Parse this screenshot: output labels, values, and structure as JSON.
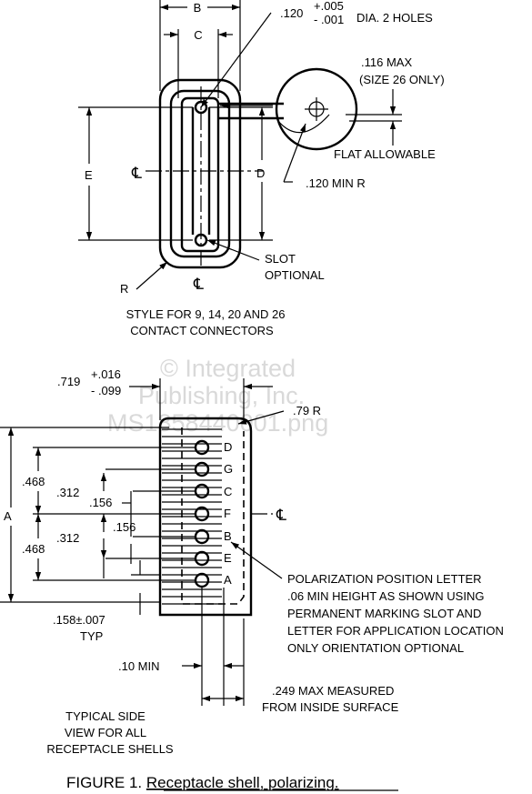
{
  "top_view": {
    "dim_b": "B",
    "dim_c": "C",
    "dim_d": "D",
    "dim_e": "E",
    "dim_r": "R",
    "centerline_h": "℄",
    "centerline_v": "℄",
    "hole_dia": ".120",
    "hole_tol_plus": "+.005",
    "hole_tol_minus": "- .001",
    "hole_desc": "DIA. 2 HOLES",
    "flat_max": ".116 MAX",
    "flat_size_note": "(SIZE 26 ONLY)",
    "flat_allowable": "FLAT ALLOWABLE",
    "min_radius": ".120 MIN R",
    "slot_line1": "SLOT",
    "slot_line2": "OPTIONAL",
    "style_line1": "STYLE FOR 9, 14, 20 AND 26",
    "style_line2": "CONTACT CONNECTORS"
  },
  "side_view": {
    "width_value": ".719",
    "width_tol_plus": "+.016",
    "width_tol_minus": "- .099",
    "corner_radius": ".79 R",
    "dim_a": "A",
    "dim_468_upper": ".468",
    "dim_312_upper": ".312",
    "dim_156_upper": ".156",
    "dim_156_lower": ".156",
    "dim_312_lower": ".312",
    "dim_468_lower": ".468",
    "centerline": "℄",
    "letters": [
      "D",
      "G",
      "C",
      "F",
      "B",
      "E",
      "A"
    ],
    "pitch_value": ".158±.007",
    "pitch_typ": "TYP",
    "min_10": ".10 MIN",
    "note_line1": "POLARIZATION POSITION LETTER",
    "note_line2": ".06 MIN HEIGHT AS SHOWN USING",
    "note_line3": "PERMANENT MARKING SLOT AND",
    "note_line4": "LETTER FOR APPLICATION LOCATION",
    "note_line5": "ONLY ORIENTATION OPTIONAL",
    "measured_line1": ".249 MAX MEASURED",
    "measured_line2": "FROM INSIDE SURFACE",
    "typical_line1": "TYPICAL SIDE",
    "typical_line2": "VIEW FOR ALL",
    "typical_line3": "RECEPTACLE SHELLS"
  },
  "watermark": {
    "line1": "© Integrated",
    "line2": "Publishing, Inc.",
    "line3": "MS1858440001.png"
  },
  "caption": {
    "prefix": "FIGURE 1. ",
    "title": "Receptacle shell, polarizing."
  }
}
